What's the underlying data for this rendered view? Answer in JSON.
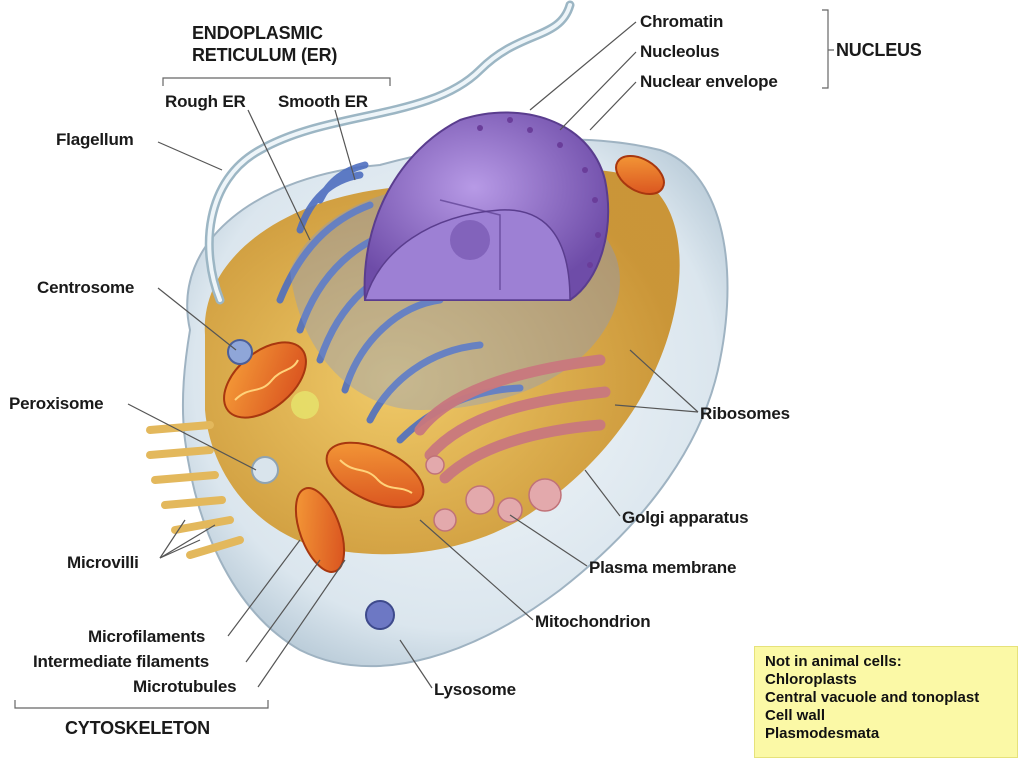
{
  "labels": {
    "er_header": "ENDOPLASMIC RETICULUM (ER)",
    "rough_er": "Rough ER",
    "smooth_er": "Smooth ER",
    "flagellum": "Flagellum",
    "centrosome": "Centrosome",
    "peroxisome": "Peroxisome",
    "microvilli": "Microvilli",
    "microfilaments": "Microfilaments",
    "intermediate_filaments": "Intermediate filaments",
    "microtubules": "Microtubules",
    "cytoskeleton": "CYTOSKELETON",
    "chromatin": "Chromatin",
    "nucleolus": "Nucleolus",
    "nuclear_envelope": "Nuclear envelope",
    "nucleus": "NUCLEUS",
    "ribosomes": "Ribosomes",
    "golgi": "Golgi apparatus",
    "plasma_membrane": "Plasma membrane",
    "mitochondrion": "Mitochondrion",
    "lysosome": "Lysosome"
  },
  "note": {
    "heading": "Not in animal cells:",
    "items": [
      "Chloroplasts",
      "Central vacuole and tonoplast",
      "Cell wall",
      "Plasmodesmata"
    ]
  },
  "colors": {
    "cell_outer": "#dfe9f0",
    "cytoplasm": "#e7b54a",
    "er": "#6f8fd4",
    "nucleus": "#8e6cc4",
    "golgi": "#d99a9f",
    "mitochondrion": "#e9732a",
    "note_bg": "#fbf9a6"
  }
}
